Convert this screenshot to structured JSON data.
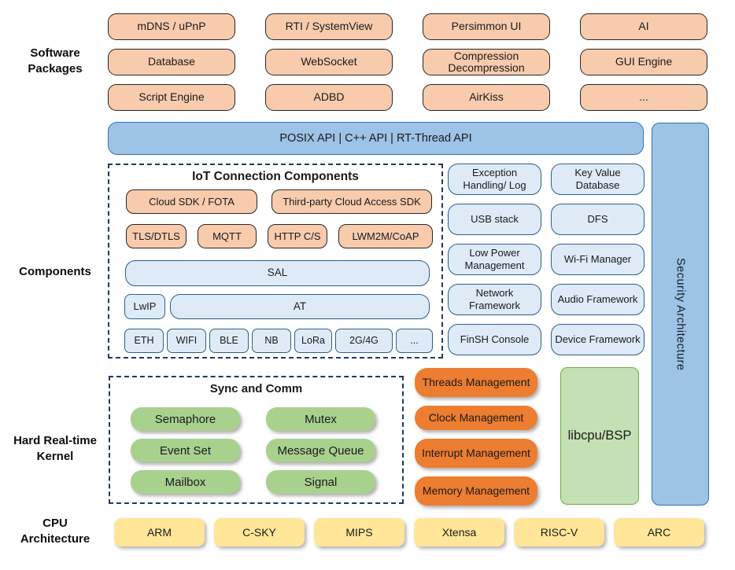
{
  "colors": {
    "package_fill": "#F8CBAD",
    "api_fill": "#9DC3E6",
    "api_border": "#2E74B5",
    "component_fill": "#DEEBF7",
    "component_border": "#2E5E8C",
    "kernel_green": "#A9D18E",
    "management_orange": "#ED7D31",
    "libcpu_green": "#C5E0B4",
    "cpu_yellow": "#FFE699",
    "dashed_border": "#1F3864"
  },
  "section_labels": {
    "software_packages": "Software Packages",
    "components": "Components",
    "kernel": "Hard Real-time Kernel",
    "cpu": "CPU Architecture"
  },
  "packages": {
    "items": [
      "mDNS / uPnP",
      "RTI / SystemView",
      "Persimmon UI",
      "AI",
      "Database",
      "WebSocket",
      "Compression Decompression",
      "GUI Engine",
      "Script Engine",
      "ADBD",
      "AirKiss",
      "..."
    ]
  },
  "api_bar": {
    "label": "POSIX API | C++ API | RT-Thread API"
  },
  "security_bar": {
    "label": "Security Architecture"
  },
  "iot": {
    "title": "IoT Connection Components",
    "row1": [
      "Cloud SDK / FOTA",
      "Third-party Cloud Access SDK"
    ],
    "row2": [
      "TLS/DTLS",
      "MQTT",
      "HTTP C/S",
      "LWM2M/CoAP"
    ],
    "sal": "SAL",
    "lwip": "LwIP",
    "at": "AT",
    "links": [
      "ETH",
      "WIFI",
      "BLE",
      "NB",
      "LoRa",
      "2G/4G",
      "..."
    ]
  },
  "services": {
    "items": [
      "Exception Handling/ Log",
      "Key Value Database",
      "USB stack",
      "DFS",
      "Low Power Management",
      "Wi-Fi Manager",
      "Network Framework",
      "Audio Framework",
      "FinSH Console",
      "Device Framework"
    ]
  },
  "kernel": {
    "sync_title": "Sync and Comm",
    "sync_items": [
      "Semaphore",
      "Mutex",
      "Event Set",
      "Message Queue",
      "Mailbox",
      "Signal"
    ],
    "management_items": [
      "Threads Management",
      "Clock Management",
      "Interrupt Management",
      "Memory Management"
    ],
    "libcpu": "libcpu/BSP"
  },
  "cpu": {
    "items": [
      "ARM",
      "C-SKY",
      "MIPS",
      "Xtensa",
      "RISC-V",
      "ARC"
    ]
  }
}
